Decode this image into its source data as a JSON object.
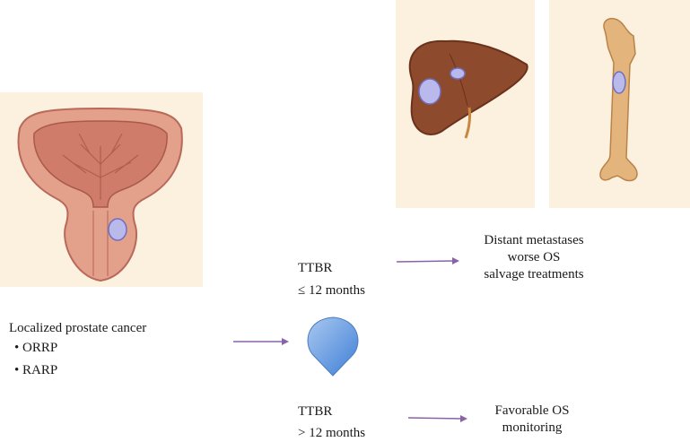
{
  "colors": {
    "panel_bg": "#fcf0df",
    "arrow": "#8a62a8",
    "tumor": "#b9b9ec",
    "liver": "#8e4a2c",
    "bone": "#e3b47c",
    "prostate": "#e5a18c",
    "drop_top": "#a9c8f0",
    "drop_bottom": "#3f7fd6"
  },
  "icons": {
    "prostate": "prostate-illustration",
    "liver": "liver-illustration",
    "bone": "femur-illustration",
    "drop": "teardrop-marker",
    "arrow": "right-arrow"
  },
  "left": {
    "title": "Localized prostate cancer",
    "items": [
      "• ORRP",
      "• RARP"
    ]
  },
  "upper": {
    "ttbr_label": "TTBR",
    "ttbr_value": "≤ 12 months",
    "outcome": [
      "Distant metastases",
      "worse OS",
      "salvage treatments"
    ]
  },
  "lower": {
    "ttbr_label": "TTBR",
    "ttbr_value": "> 12 months",
    "outcome": [
      "Favorable OS",
      "monitoring"
    ]
  }
}
